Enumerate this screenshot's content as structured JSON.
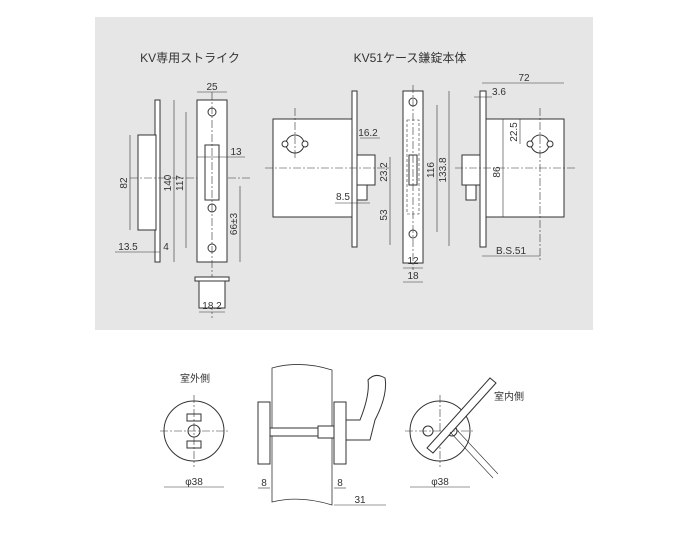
{
  "colors": {
    "panel": "#e6e6e6",
    "line": "#333333"
  },
  "strike": {
    "title": "KV専用ストライク",
    "dims": {
      "width": "25",
      "slot": "13",
      "height": "82",
      "total": "140",
      "pitch": "117",
      "offset": "66±3",
      "depth": "13.5",
      "thick": "4",
      "bottom": "18.2"
    }
  },
  "body": {
    "title": "KV51ケース鎌錠本体",
    "dims": {
      "d16": "16.2",
      "d23": "23.2",
      "d8": "8.5",
      "d53": "53",
      "d116": "116",
      "d133": "133.8",
      "d12": "12",
      "d18": "18",
      "d72": "72",
      "d36": "3.6",
      "d22": "22.5",
      "d86": "86",
      "bs": "B.S.51"
    }
  },
  "thumbturn": {
    "outside_label": "室外側",
    "inside_label": "室内側",
    "dia_out": "φ38",
    "dia_in": "φ38",
    "rose_left": "8",
    "rose_right": "8",
    "proj": "31"
  }
}
